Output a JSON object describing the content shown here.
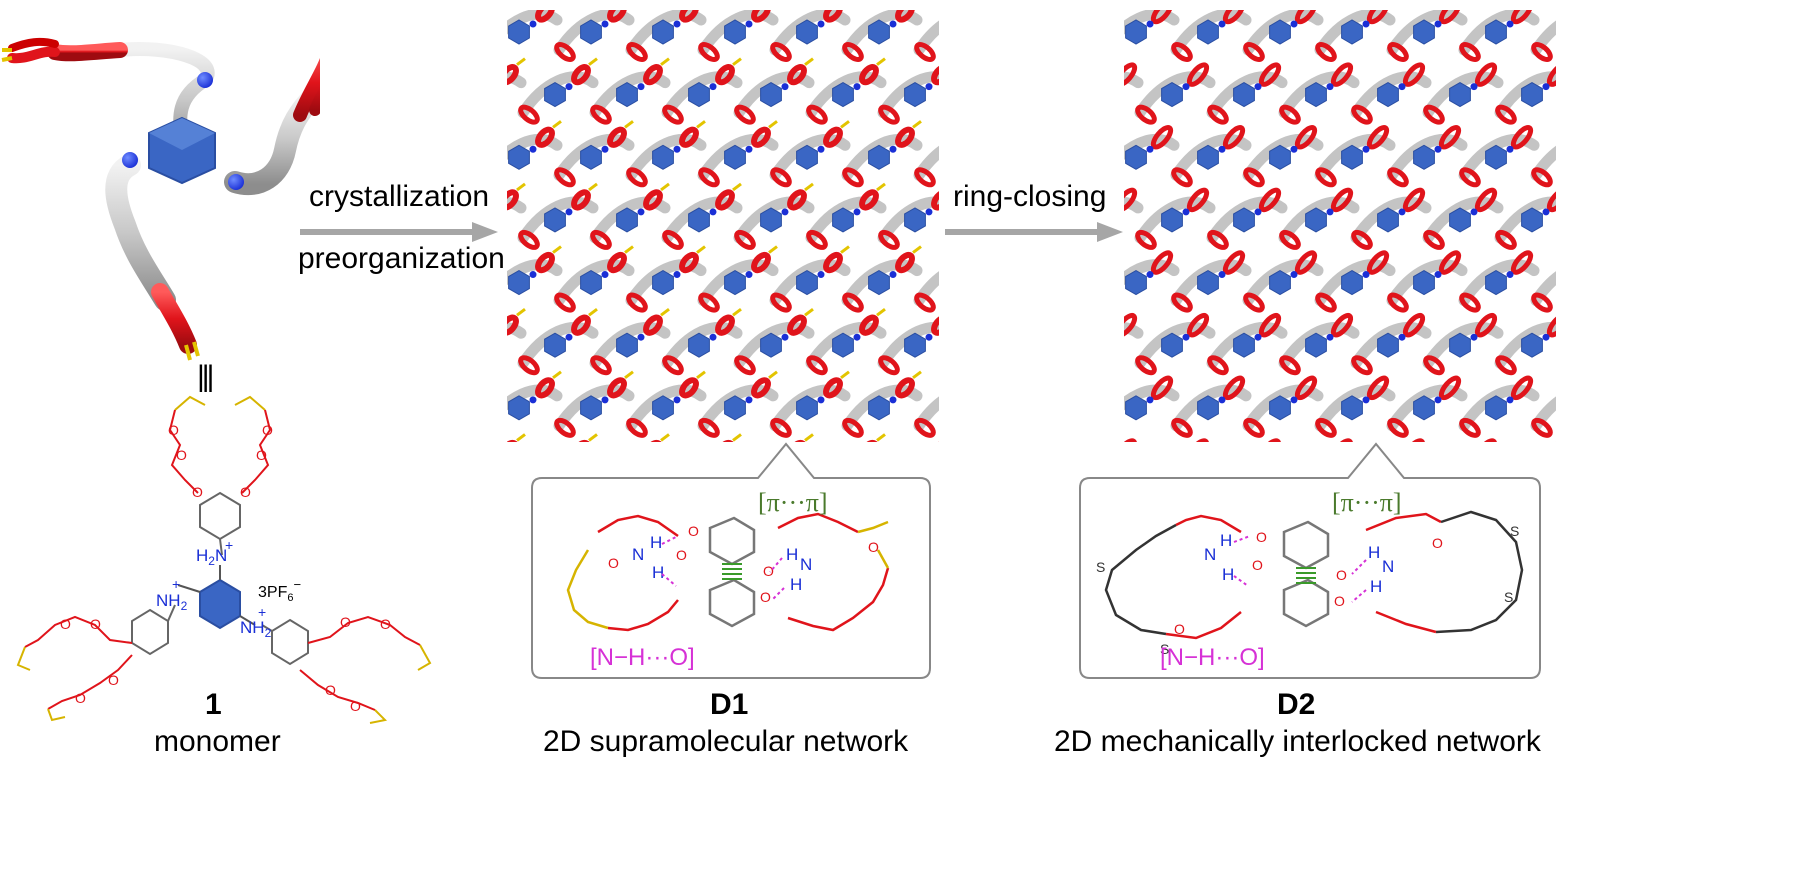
{
  "monomer": {
    "number": "1",
    "caption": "monomer",
    "equivalence": "|||",
    "counterion": "3PF",
    "counterion_sub": "6",
    "counterion_sup": "−",
    "ammonium_label": "H",
    "ammonium_sub": "2",
    "ammonium_plus": "+",
    "ammonium_n": "N"
  },
  "step1": {
    "label_top": "crystallization",
    "label_bottom": "preorganization"
  },
  "step2": {
    "label_top": "ring-closing"
  },
  "d1": {
    "id": "D1",
    "caption": "2D supramolecular network",
    "pi_label": "[π···π]",
    "hbond_label": "[N−H···O]"
  },
  "d2": {
    "id": "D2",
    "caption": "2D mechanically interlocked network",
    "pi_label": "[π···π]",
    "hbond_label": "[N−H···O]",
    "sulfur": "S"
  },
  "colors": {
    "crown": "#e0141b",
    "allyl": "#d6b400",
    "core": "#3a66c4",
    "nitrogen": "#1a2fd6",
    "arrow": "#a6a6a6",
    "pi": "#4a7a2c",
    "hbond": "#d631d6",
    "rod": "#c9c9c9"
  }
}
